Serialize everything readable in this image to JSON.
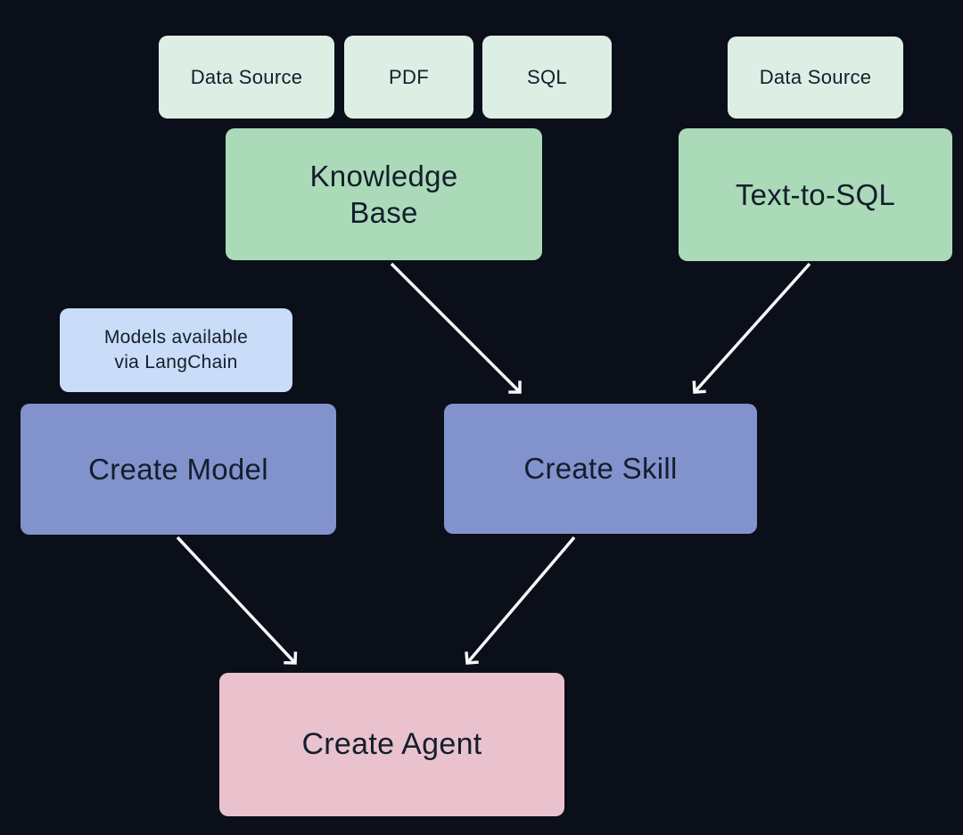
{
  "diagram": {
    "background_color": "#0a0f19",
    "arrow_color": "#f6f7f8",
    "text_color": "#141e2c",
    "nodes": {
      "data_source_left": {
        "label": "Data Source",
        "color": "#ddeee4"
      },
      "pdf": {
        "label": "PDF",
        "color": "#ddeee4"
      },
      "sql": {
        "label": "SQL",
        "color": "#ddeee4"
      },
      "data_source_right": {
        "label": "Data Source",
        "color": "#ddeee4"
      },
      "knowledge_base": {
        "line1": "Knowledge",
        "line2": "Base",
        "color": "#abdab9"
      },
      "text_to_sql": {
        "label": "Text-to-SQL",
        "color": "#abdab9"
      },
      "models_note": {
        "line1": "Models available",
        "line2": "via LangChain",
        "color": "#c9dcf8"
      },
      "create_model": {
        "label": "Create Model",
        "color": "#8292cd"
      },
      "create_skill": {
        "label": "Create Skill",
        "color": "#8292cd"
      },
      "create_agent": {
        "label": "Create Agent",
        "color": "#e9c2ce"
      }
    },
    "edges": [
      {
        "from": "knowledge_base",
        "to": "create_skill"
      },
      {
        "from": "text_to_sql",
        "to": "create_skill"
      },
      {
        "from": "create_model",
        "to": "create_agent"
      },
      {
        "from": "create_skill",
        "to": "create_agent"
      }
    ]
  }
}
